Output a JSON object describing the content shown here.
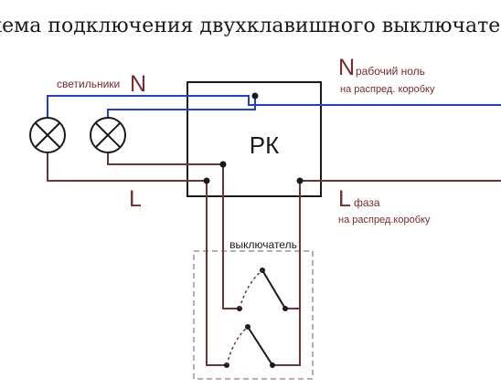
{
  "title": "Схема подключения двухклавишного выключателя",
  "labels": {
    "lamps": "светильники",
    "neutral_left": "N",
    "neutral_right_letter": "N",
    "neutral_right_text": "рабочий ноль",
    "neutral_right_sub": "на распред. коробку",
    "phase_left": "L",
    "phase_right_letter": "L",
    "phase_right_text": "фаза",
    "phase_right_sub": "на распред.коробку",
    "junction_box": "РК",
    "switch": "выключатель"
  },
  "colors": {
    "neutral_wire": "#1f3fd6",
    "phase_wire": "#6e3535",
    "outline": "#1a1a1a",
    "switch_outline": "#a89090",
    "label_red": "#7a2a2a",
    "label_blue": "#1f3fd6"
  }
}
